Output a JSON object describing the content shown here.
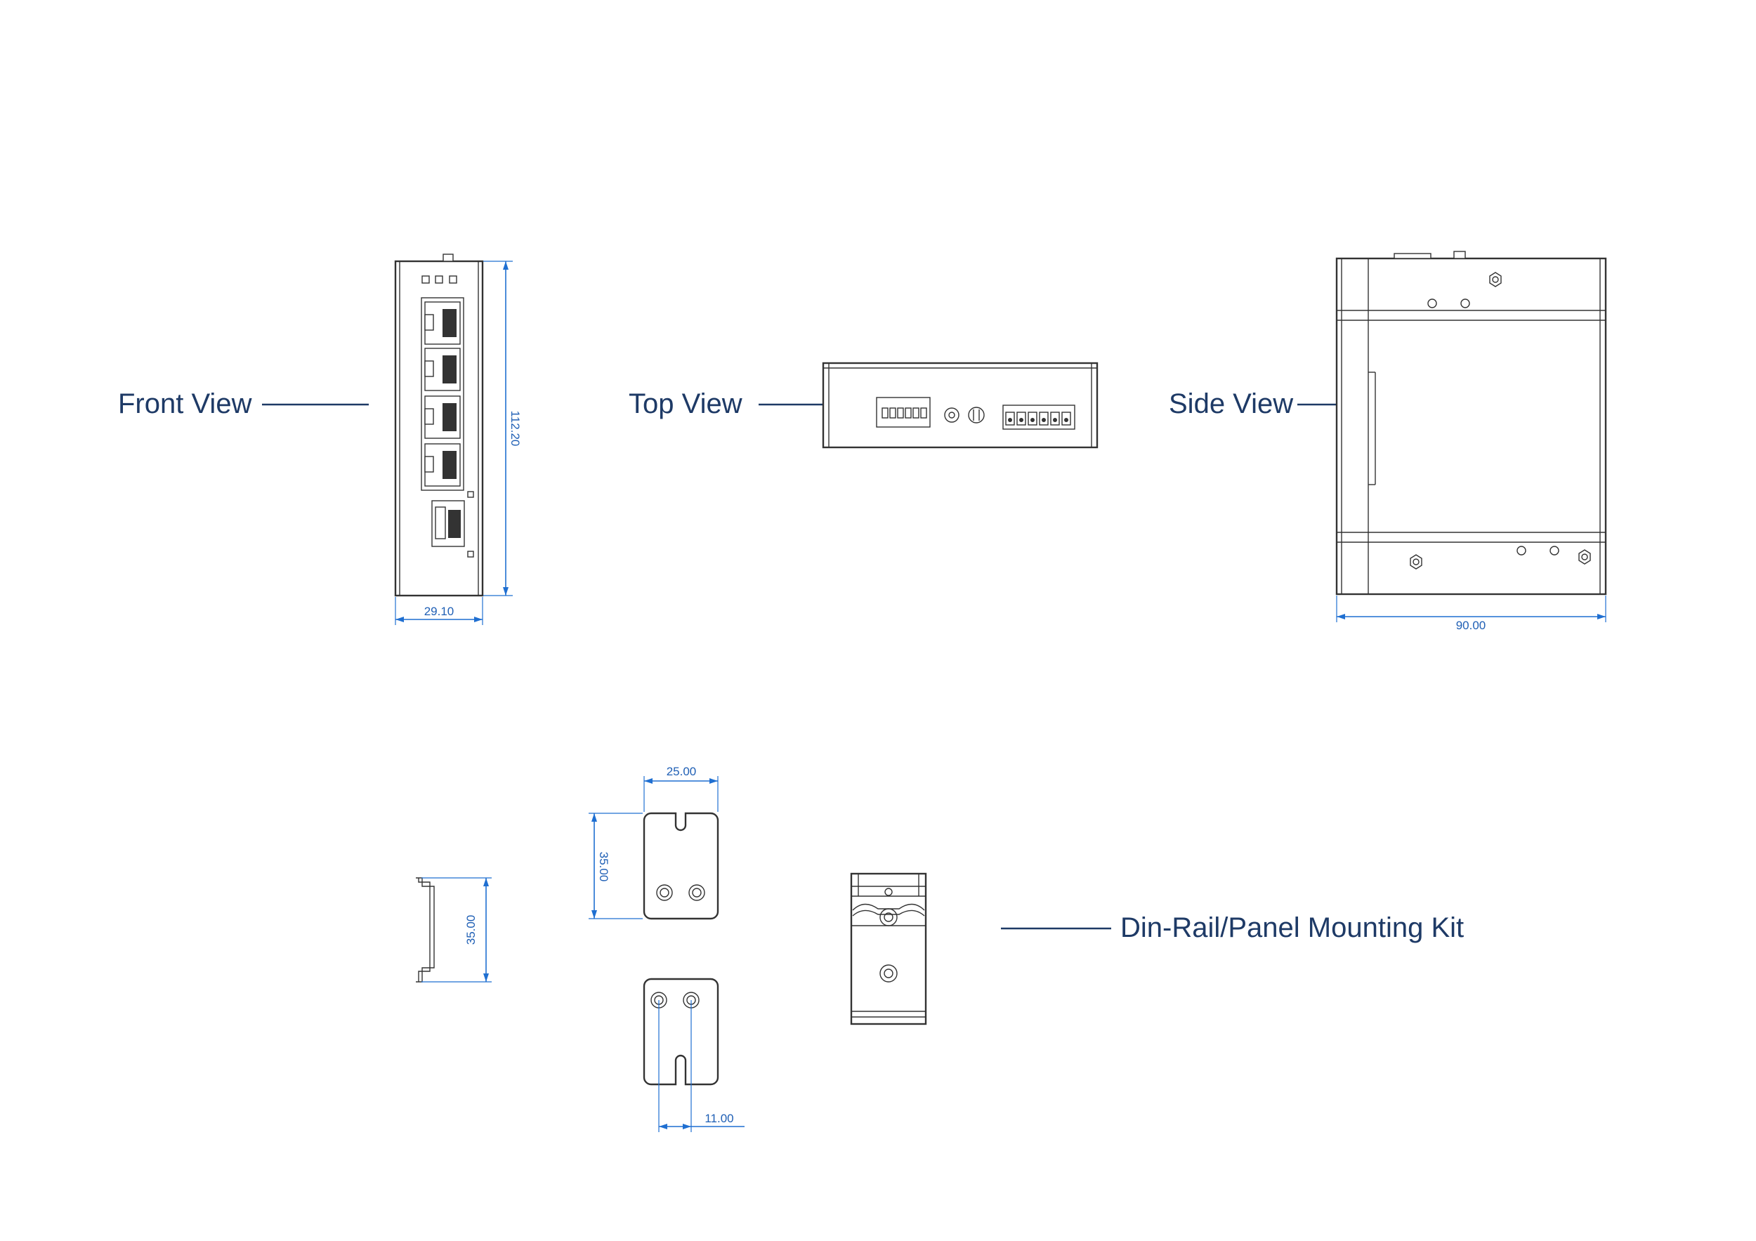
{
  "labels": {
    "front_view": "Front View",
    "top_view": "Top View",
    "side_view": "Side View",
    "mounting_kit": "Din-Rail/Panel Mounting Kit"
  },
  "dimensions": {
    "front_height": "112.20",
    "front_width": "29.10",
    "side_width": "90.00",
    "clip_width": "25.00",
    "clip_height": "35.00",
    "rail_height": "35.00",
    "hole_offset": "11.00"
  },
  "colors": {
    "label": "#1e3a66",
    "dimension": "#1f6fd1",
    "outline": "#333333"
  }
}
